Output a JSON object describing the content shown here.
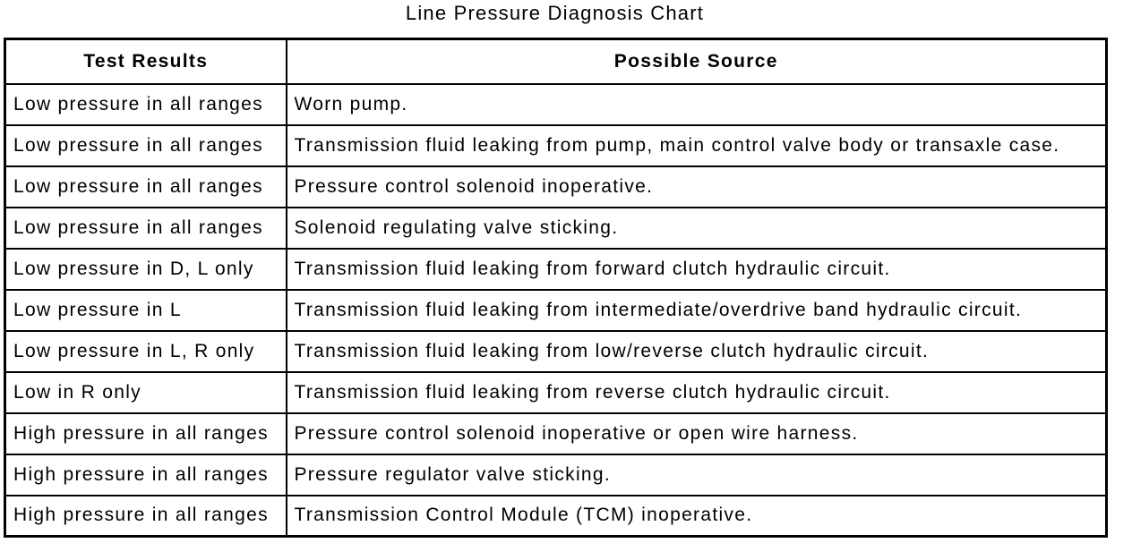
{
  "title": "Line Pressure Diagnosis Chart",
  "table": {
    "columns": [
      "Test Results",
      "Possible Source"
    ],
    "rows": [
      [
        "Low pressure in all ranges",
        "Worn pump."
      ],
      [
        "Low pressure in all ranges",
        "Transmission fluid leaking from pump, main control valve body or transaxle case."
      ],
      [
        "Low pressure in all ranges",
        "Pressure control solenoid inoperative."
      ],
      [
        "Low pressure in all ranges",
        "Solenoid regulating valve sticking."
      ],
      [
        "Low pressure in D, L only",
        "Transmission fluid leaking from forward clutch hydraulic circuit."
      ],
      [
        "Low pressure in L",
        "Transmission fluid leaking from intermediate/overdrive band hydraulic circuit."
      ],
      [
        "Low pressure in L, R only",
        "Transmission fluid leaking from low/reverse clutch hydraulic circuit."
      ],
      [
        "Low in R only",
        "Transmission fluid leaking from reverse clutch hydraulic circuit."
      ],
      [
        "High pressure in all ranges",
        "Pressure control solenoid inoperative or open wire harness."
      ],
      [
        "High pressure in all ranges",
        "Pressure regulator valve sticking."
      ],
      [
        "High pressure in all ranges",
        "Transmission Control Module (TCM) inoperative."
      ]
    ]
  },
  "colors": {
    "border": "#000000",
    "background": "#ffffff",
    "text": "#000000"
  }
}
